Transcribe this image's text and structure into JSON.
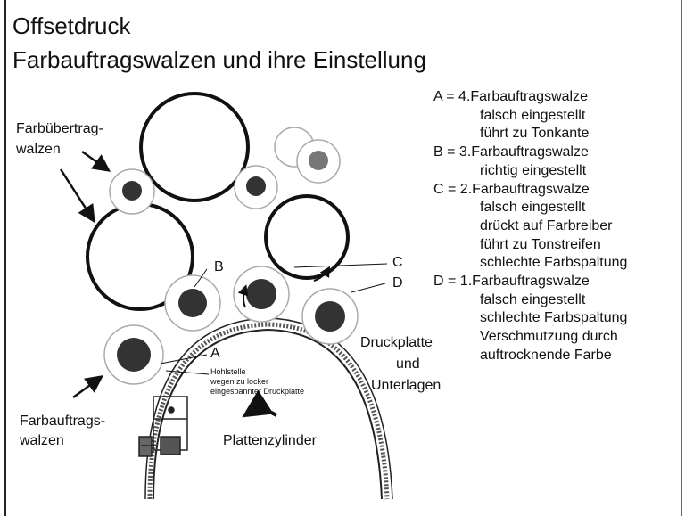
{
  "title": {
    "line1": "Offsetdruck",
    "line2": "Farbauftragswalzen und ihre Einstellung"
  },
  "legend": [
    {
      "head": "A = 4.Farbauftragswalze",
      "lines": [
        "falsch eingestellt",
        "führt zu Tonkante"
      ]
    },
    {
      "head": "B = 3.Farbauftragswalze",
      "lines": [
        "richtig eingestellt"
      ]
    },
    {
      "head": "C = 2.Farbauftragswalze",
      "lines": [
        "falsch eingestellt",
        "drückt auf Farbreiber",
        "führt zu Tonstreifen",
        "schlechte Farbspaltung"
      ]
    },
    {
      "head": "D = 1.Farbauftragswalze",
      "lines": [
        "falsch eingestellt",
        "schlechte Farbspaltung",
        "Verschmutzung durch",
        "auftrocknende Farbe"
      ]
    }
  ],
  "labels": {
    "farbuebertrag_1": "Farbübertrag-",
    "farbuebertrag_2": "walzen",
    "farbauftrag_1": "Farbauftrags-",
    "farbauftrag_2": "walzen",
    "A": "A",
    "B": "B",
    "C": "C",
    "D": "D",
    "hohlstelle_1": "Hohlstelle",
    "hohlstelle_2": "wegen zu locker",
    "hohlstelle_3": "eingespannter Druckplatte",
    "druckplatte_1": "Druckplatte",
    "druckplatte_2": "und",
    "druckplatte_3": "Unterlagen",
    "plattenzylinder": "Plattenzylinder"
  },
  "colors": {
    "ink": "#111111",
    "roller_core": "#333333",
    "roller_core_light": "#777777",
    "roller_outline": "#b8b8b8"
  }
}
